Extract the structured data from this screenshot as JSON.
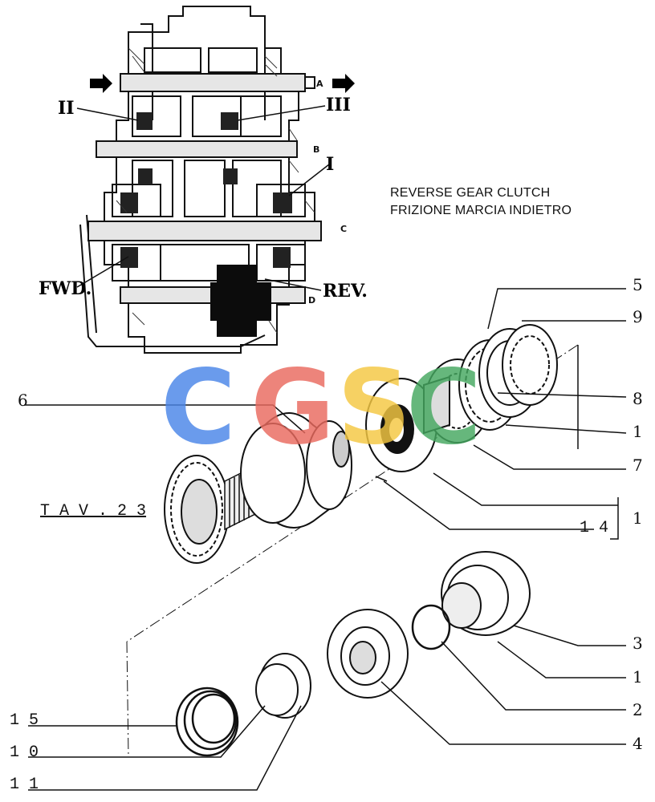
{
  "caption": {
    "line1": "REVERSE GEAR CLUTCH",
    "line2": "FRIZIONE MARCIA INDIETRO"
  },
  "reference": "T A V . 2 3",
  "section_labels": {
    "gear_ii": "II",
    "gear_iii": "III",
    "gear_i": "I",
    "forward": "FWD.",
    "reverse": "REV.",
    "shaft_a": "A",
    "shaft_b": "B",
    "shaft_c": "C",
    "shaft_d": "D"
  },
  "callouts": {
    "c5": "5",
    "c9": "9",
    "c8": "8",
    "c1_a": "1",
    "c7": "7",
    "c1_b": "1",
    "c14": "1 4",
    "c6": "6",
    "c3": "3",
    "c1_c": "1",
    "c2": "2",
    "c4": "4",
    "c15": "1 5",
    "c10": "1 0",
    "c11": "1 1"
  },
  "watermark": {
    "letters": [
      "C",
      "G",
      "S",
      "C"
    ],
    "colors": [
      "#4a86e8",
      "#ea6a5f",
      "#f5c842",
      "#45a860"
    ]
  }
}
